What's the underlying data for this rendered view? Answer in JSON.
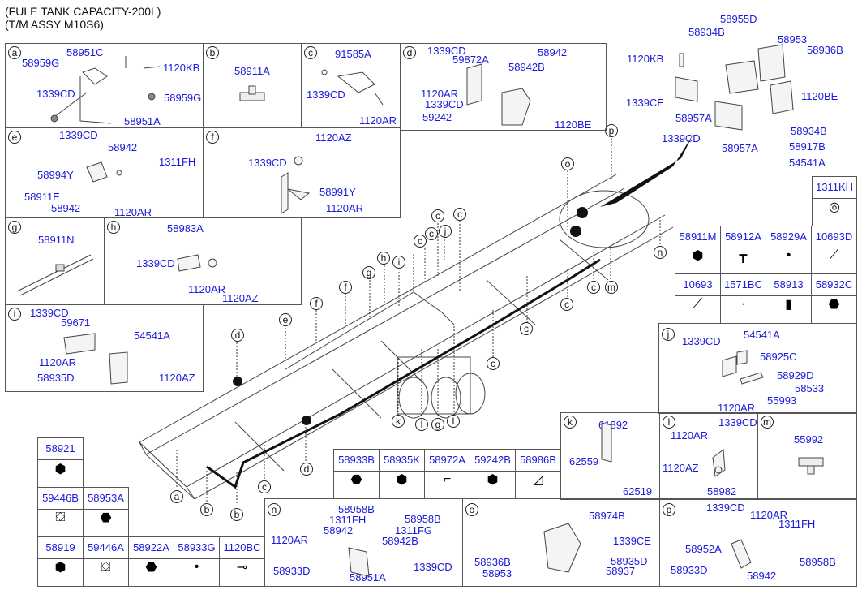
{
  "header": {
    "line1": "(FULE TANK CAPACITY-200L)",
    "line2": "(T/M ASSY M10S6)"
  },
  "colors": {
    "label": "#1a1adc",
    "line": "#555555"
  },
  "panels": {
    "a": {
      "id": "a",
      "labels": [
        "58951C",
        "58959G",
        "1120KB",
        "1339CD",
        "58959G",
        "58951A"
      ]
    },
    "b": {
      "id": "b",
      "labels": [
        "58911A"
      ]
    },
    "c": {
      "id": "c",
      "labels": [
        "91585A",
        "1339CD",
        "1120AR"
      ]
    },
    "d": {
      "id": "d",
      "labels": [
        "1339CD",
        "59872A",
        "58942",
        "58942B",
        "1120AR",
        "1339CD",
        "59242",
        "1120BE"
      ]
    },
    "e": {
      "id": "e",
      "labels": [
        "1339CD",
        "58942",
        "1311FH",
        "58994Y",
        "58911E",
        "58942",
        "1120AR"
      ]
    },
    "f": {
      "id": "f",
      "labels": [
        "1120AZ",
        "1339CD",
        "58991Y",
        "1120AR"
      ]
    },
    "g": {
      "id": "g",
      "labels": [
        "58911N"
      ]
    },
    "h": {
      "id": "h",
      "labels": [
        "58983A",
        "1339CD",
        "1120AR",
        "1120AZ"
      ]
    },
    "i": {
      "id": "i",
      "labels": [
        "1339CD",
        "59671",
        "54541A",
        "1120AR",
        "58935D",
        "1120AZ"
      ]
    },
    "j": {
      "id": "j",
      "labels": [
        "1339CD",
        "54541A",
        "58925C",
        "58929D",
        "58533",
        "55993",
        "1120AR"
      ]
    },
    "k": {
      "id": "k",
      "labels": [
        "61892",
        "62559",
        "62519"
      ]
    },
    "l": {
      "id": "l",
      "labels": [
        "1120AR",
        "1339CD",
        "1120AZ",
        "58982"
      ]
    },
    "m": {
      "id": "m",
      "labels": [
        "55992"
      ]
    },
    "n": {
      "id": "n",
      "labels": [
        "58958B",
        "1311FH",
        "58958B",
        "58942",
        "1311FG",
        "1120AR",
        "58942B",
        "58933D",
        "1339CD",
        "58951A"
      ]
    },
    "o": {
      "id": "o",
      "labels": [
        "58974B",
        "1339CE",
        "58936B",
        "58935D",
        "58953",
        "58937"
      ]
    },
    "p": {
      "id": "p",
      "labels": [
        "1339CD",
        "1120AR",
        "1311FH",
        "58952A",
        "58958B",
        "58933D",
        "58942"
      ]
    }
  },
  "top_right_assembly": {
    "labels": [
      "58955D",
      "58934B",
      "58953",
      "1120KB",
      "58936B",
      "1339CE",
      "1120BE",
      "58957A",
      "1339CD",
      "58957A",
      "58934B",
      "58917B",
      "54541A"
    ]
  },
  "part_tables": {
    "right": [
      [
        "1311KH"
      ],
      [
        "58911M",
        "58912A",
        "58929A",
        "10693D"
      ],
      [
        "10693",
        "1571BC",
        "58913",
        "58932C"
      ]
    ],
    "bottom_middle": [
      "58933B",
      "58935K",
      "58972A",
      "59242B",
      "58986B"
    ],
    "bottom_left": {
      "row1": [
        "58921"
      ],
      "row2": [
        "59446B",
        "58953A"
      ],
      "row3": [
        "58919",
        "59446A",
        "58922A",
        "58933G",
        "1120BC"
      ]
    }
  },
  "chassis_callouts": [
    "a",
    "b",
    "b",
    "c",
    "c",
    "c",
    "c",
    "c",
    "c",
    "c",
    "c",
    "c",
    "d",
    "d",
    "e",
    "f",
    "f",
    "g",
    "g",
    "h",
    "i",
    "j",
    "k",
    "l",
    "l",
    "m",
    "n",
    "o",
    "p"
  ]
}
